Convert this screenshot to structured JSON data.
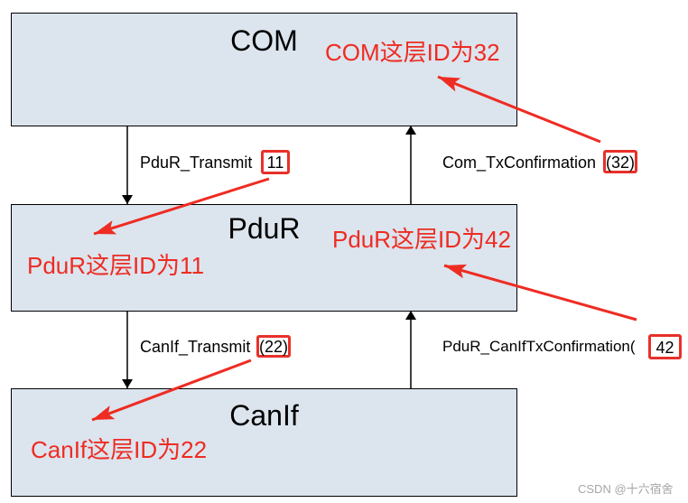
{
  "layers": {
    "com": {
      "title": "COM"
    },
    "pdur": {
      "title": "PduR"
    },
    "canif": {
      "title": "CanIf"
    }
  },
  "calls": {
    "pdur_transmit": {
      "label": "PduR_Transmit",
      "id": "11"
    },
    "com_txconfirmation": {
      "label": "Com_TxConfirmation",
      "id": "(32)"
    },
    "canif_transmit": {
      "label": "CanIf_Transmit",
      "id": "(22)"
    },
    "pdur_canif_txconfirmation": {
      "label": "PduR_CanIfTxConfirmation(",
      "id": "42"
    }
  },
  "annotations": {
    "com_id": "COM这层ID为32",
    "pdur_id_42": "PduR这层ID为42",
    "pdur_id_11": "PduR这层ID为11",
    "canif_id": "CanIf这层ID为22"
  },
  "watermark": "CSDN @十六宿舍",
  "colors": {
    "box_fill": "#dce4ee",
    "annotation_red": "#ee2c22",
    "highlight_red": "#e8302a"
  }
}
